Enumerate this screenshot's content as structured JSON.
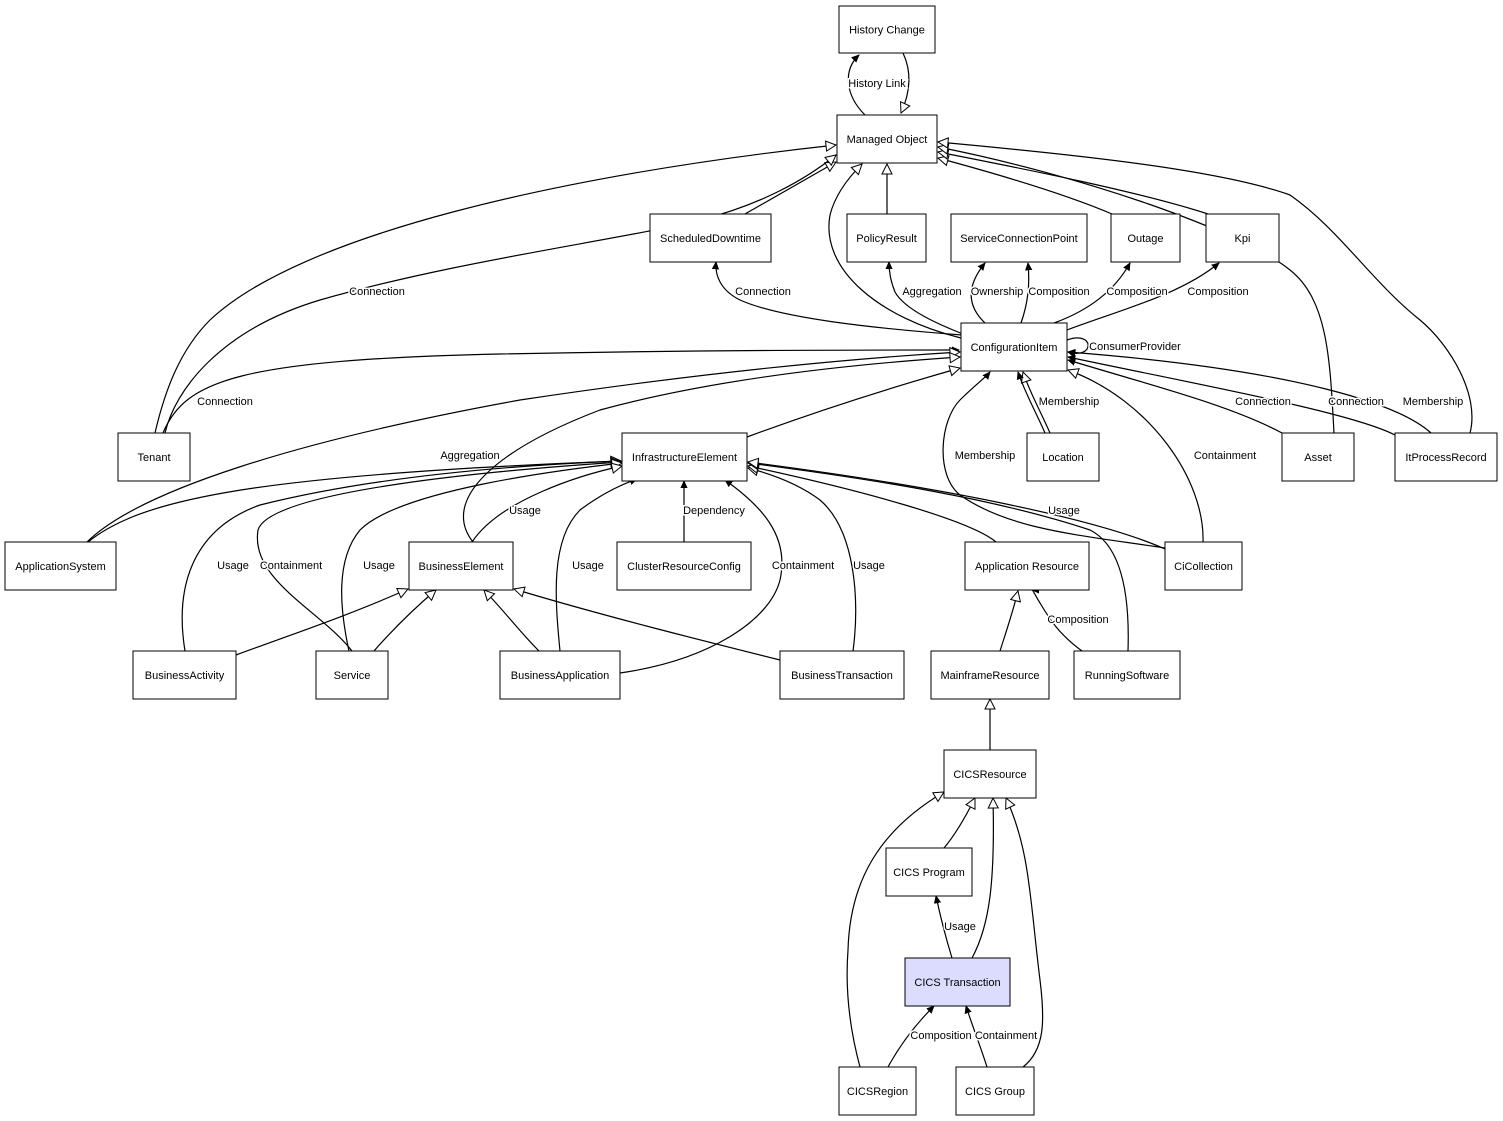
{
  "diagram": {
    "nodes": [
      {
        "id": "history_change",
        "label": "History Change"
      },
      {
        "id": "managed_object",
        "label": "Managed Object"
      },
      {
        "id": "scheduled_downtime",
        "label": "ScheduledDowntime"
      },
      {
        "id": "policy_result",
        "label": "PolicyResult"
      },
      {
        "id": "service_connection_point",
        "label": "ServiceConnectionPoint"
      },
      {
        "id": "outage",
        "label": "Outage"
      },
      {
        "id": "kpi",
        "label": "Kpi"
      },
      {
        "id": "configuration_item",
        "label": "ConfigurationItem"
      },
      {
        "id": "tenant",
        "label": "Tenant"
      },
      {
        "id": "infrastructure_element",
        "label": "InfrastructureElement"
      },
      {
        "id": "location",
        "label": "Location"
      },
      {
        "id": "asset",
        "label": "Asset"
      },
      {
        "id": "it_process_record",
        "label": "ItProcessRecord"
      },
      {
        "id": "application_system",
        "label": "ApplicationSystem"
      },
      {
        "id": "business_element",
        "label": "BusinessElement"
      },
      {
        "id": "cluster_resource_config",
        "label": "ClusterResourceConfig"
      },
      {
        "id": "application_resource",
        "label": "Application Resource"
      },
      {
        "id": "ci_collection",
        "label": "CiCollection"
      },
      {
        "id": "business_activity",
        "label": "BusinessActivity"
      },
      {
        "id": "service",
        "label": "Service"
      },
      {
        "id": "business_application",
        "label": "BusinessApplication"
      },
      {
        "id": "business_transaction",
        "label": "BusinessTransaction"
      },
      {
        "id": "mainframe_resource",
        "label": "MainframeResource"
      },
      {
        "id": "running_software",
        "label": "RunningSoftware"
      },
      {
        "id": "cics_resource",
        "label": "CICSResource"
      },
      {
        "id": "cics_program",
        "label": "CICS Program"
      },
      {
        "id": "cics_transaction",
        "label": "CICS Transaction",
        "highlight": true
      },
      {
        "id": "cics_region",
        "label": "CICSRegion"
      },
      {
        "id": "cics_group",
        "label": "CICS Group"
      }
    ],
    "edges": [
      {
        "from": "managed_object",
        "to": "history_change",
        "kind": "assoc",
        "label": "History Link"
      },
      {
        "from": "history_change",
        "to": "managed_object",
        "kind": "inherit",
        "label": ""
      },
      {
        "from": "scheduled_downtime",
        "to": "managed_object",
        "kind": "inherit",
        "label": ""
      },
      {
        "from": "policy_result",
        "to": "managed_object",
        "kind": "inherit",
        "label": ""
      },
      {
        "from": "outage",
        "to": "managed_object",
        "kind": "inherit",
        "label": ""
      },
      {
        "from": "kpi",
        "to": "managed_object",
        "kind": "inherit",
        "label": ""
      },
      {
        "from": "configuration_item",
        "to": "managed_object",
        "kind": "inherit",
        "label": ""
      },
      {
        "from": "tenant",
        "to": "managed_object",
        "kind": "inherit",
        "label": ""
      },
      {
        "from": "tenant",
        "to": "managed_object",
        "kind": "inherit",
        "label": "Connection"
      },
      {
        "from": "asset",
        "to": "managed_object",
        "kind": "inherit",
        "label": ""
      },
      {
        "from": "it_process_record",
        "to": "managed_object",
        "kind": "inherit",
        "label": ""
      },
      {
        "from": "configuration_item",
        "to": "scheduled_downtime",
        "kind": "assoc",
        "label": "Connection"
      },
      {
        "from": "configuration_item",
        "to": "policy_result",
        "kind": "assoc",
        "label": "Aggregation"
      },
      {
        "from": "configuration_item",
        "to": "service_connection_point",
        "kind": "assoc",
        "label": "Ownership"
      },
      {
        "from": "configuration_item",
        "to": "service_connection_point",
        "kind": "assoc",
        "label": "Composition"
      },
      {
        "from": "configuration_item",
        "to": "outage",
        "kind": "assoc",
        "label": "Composition"
      },
      {
        "from": "configuration_item",
        "to": "kpi",
        "kind": "assoc",
        "label": "Composition"
      },
      {
        "from": "configuration_item",
        "to": "configuration_item",
        "kind": "assoc",
        "label": "ConsumerProvider"
      },
      {
        "from": "tenant",
        "to": "configuration_item",
        "kind": "assoc",
        "label": "Connection"
      },
      {
        "from": "application_system",
        "to": "configuration_item",
        "kind": "inherit",
        "label": ""
      },
      {
        "from": "infrastructure_element",
        "to": "configuration_item",
        "kind": "inherit",
        "label": ""
      },
      {
        "from": "business_element",
        "to": "configuration_item",
        "kind": "inherit",
        "label": ""
      },
      {
        "from": "location",
        "to": "configuration_item",
        "kind": "inherit",
        "label": ""
      },
      {
        "from": "location",
        "to": "configuration_item",
        "kind": "assoc",
        "label": "Membership"
      },
      {
        "from": "ci_collection",
        "to": "configuration_item",
        "kind": "assoc",
        "label": "Membership"
      },
      {
        "from": "ci_collection",
        "to": "configuration_item",
        "kind": "inherit",
        "label": "Containment"
      },
      {
        "from": "asset",
        "to": "configuration_item",
        "kind": "assoc",
        "label": "Connection"
      },
      {
        "from": "it_process_record",
        "to": "configuration_item",
        "kind": "assoc",
        "label": "Connection"
      },
      {
        "from": "it_process_record",
        "to": "configuration_item",
        "kind": "assoc",
        "label": "Membership"
      },
      {
        "from": "application_system",
        "to": "infrastructure_element",
        "kind": "inherit",
        "label": "Aggregation"
      },
      {
        "from": "business_activity",
        "to": "infrastructure_element",
        "kind": "inherit",
        "label": "Usage"
      },
      {
        "from": "service",
        "to": "infrastructure_element",
        "kind": "inherit",
        "label": "Containment"
      },
      {
        "from": "service",
        "to": "infrastructure_element",
        "kind": "inherit",
        "label": "Usage"
      },
      {
        "from": "business_element",
        "to": "infrastructure_element",
        "kind": "inherit",
        "label": "Usage"
      },
      {
        "from": "business_application",
        "to": "infrastructure_element",
        "kind": "assoc",
        "label": "Usage"
      },
      {
        "from": "cluster_resource_config",
        "to": "infrastructure_element",
        "kind": "assoc",
        "label": "Dependency"
      },
      {
        "from": "business_application",
        "to": "infrastructure_element",
        "kind": "assoc",
        "label": "Containment"
      },
      {
        "from": "business_transaction",
        "to": "infrastructure_element",
        "kind": "inherit",
        "label": "Usage"
      },
      {
        "from": "application_resource",
        "to": "infrastructure_element",
        "kind": "inherit",
        "label": ""
      },
      {
        "from": "running_software",
        "to": "infrastructure_element",
        "kind": "inherit",
        "label": ""
      },
      {
        "from": "ci_collection",
        "to": "infrastructure_element",
        "kind": "inherit",
        "label": "Usage"
      },
      {
        "from": "business_activity",
        "to": "business_element",
        "kind": "inherit",
        "label": ""
      },
      {
        "from": "service",
        "to": "business_element",
        "kind": "inherit",
        "label": ""
      },
      {
        "from": "business_application",
        "to": "business_element",
        "kind": "inherit",
        "label": ""
      },
      {
        "from": "business_transaction",
        "to": "business_element",
        "kind": "inherit",
        "label": ""
      },
      {
        "from": "mainframe_resource",
        "to": "application_resource",
        "kind": "inherit",
        "label": ""
      },
      {
        "from": "running_software",
        "to": "application_resource",
        "kind": "assoc",
        "label": "Composition"
      },
      {
        "from": "cics_resource",
        "to": "mainframe_resource",
        "kind": "inherit",
        "label": ""
      },
      {
        "from": "cics_program",
        "to": "cics_resource",
        "kind": "inherit",
        "label": ""
      },
      {
        "from": "cics_transaction",
        "to": "cics_resource",
        "kind": "inherit",
        "label": ""
      },
      {
        "from": "cics_region",
        "to": "cics_resource",
        "kind": "inherit",
        "label": ""
      },
      {
        "from": "cics_group",
        "to": "cics_resource",
        "kind": "inherit",
        "label": ""
      },
      {
        "from": "cics_transaction",
        "to": "cics_program",
        "kind": "assoc",
        "label": "Usage"
      },
      {
        "from": "cics_region",
        "to": "cics_transaction",
        "kind": "assoc",
        "label": "Composition"
      },
      {
        "from": "cics_group",
        "to": "cics_transaction",
        "kind": "assoc",
        "label": "Containment"
      }
    ]
  }
}
